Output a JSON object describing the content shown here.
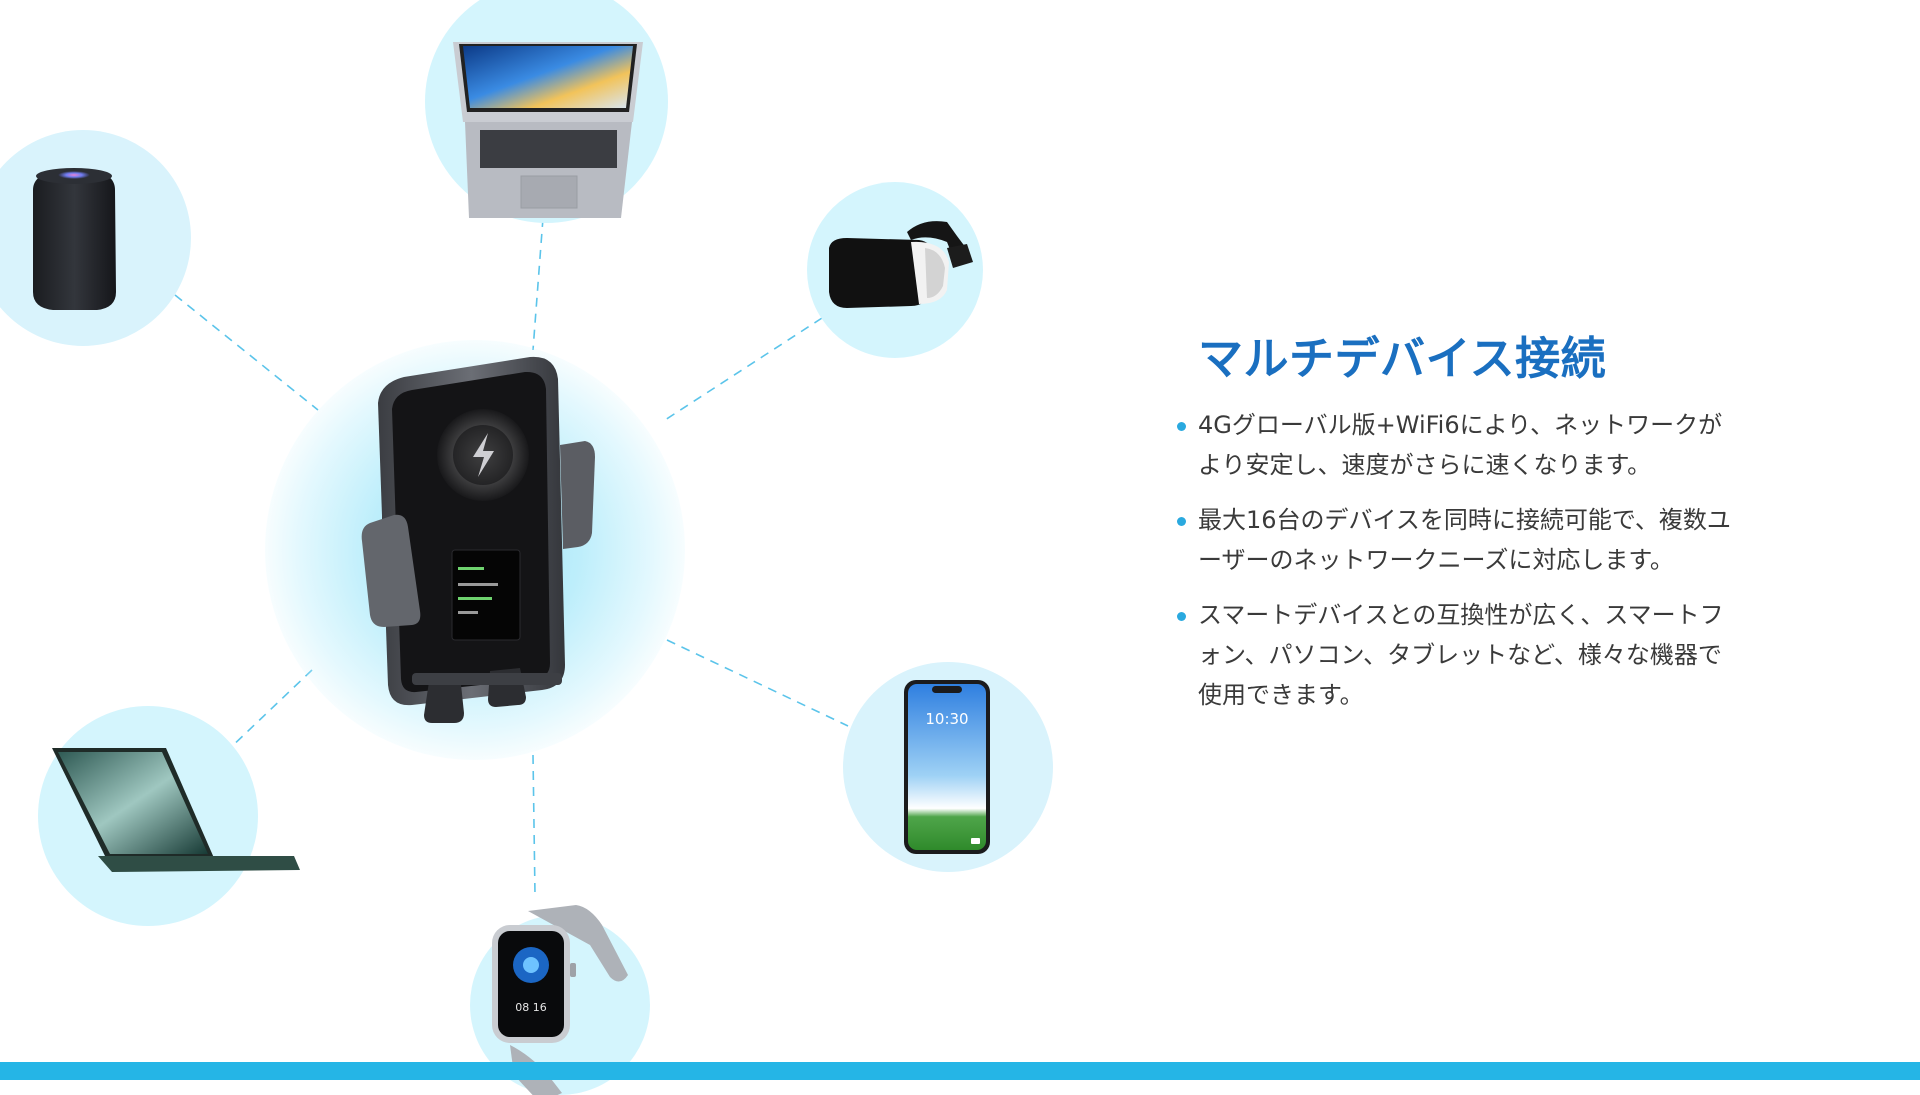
{
  "section": {
    "title": "マルチデバイス接続",
    "bullets": [
      "4Gグローバル版+WiFi6により、ネットワークがより安定し、速度がさらに速くなります。",
      "最大16台のデバイスを同時に接続可能で、複数ユーザーのネットワークニーズに対応します。",
      "スマートデバイスとの互換性が広く、スマートフォン、パソコン、タブレットなど、様々な機器で使用できます。"
    ]
  },
  "devices": {
    "phone_clock": "10:30",
    "watch_time": "08 16"
  },
  "colors": {
    "title": "#1a6fc0",
    "accent": "#25b5e6",
    "bubble": "#d9f3fc",
    "connector": "#5bc4ea"
  },
  "icons": [
    "smart-speaker-icon",
    "laptop-icon",
    "vr-headset-icon",
    "tablet-icon",
    "smartwatch-icon",
    "smartphone-icon",
    "wireless-router-icon"
  ]
}
